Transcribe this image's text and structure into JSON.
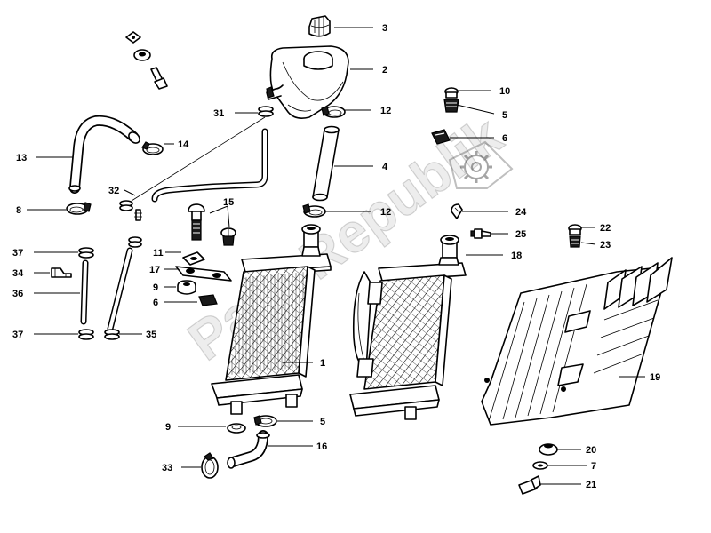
{
  "watermark": {
    "text": "PartsRepublik"
  },
  "callouts": [
    {
      "id": "c1",
      "label": "1"
    },
    {
      "id": "c2",
      "label": "2"
    },
    {
      "id": "c3",
      "label": "3"
    },
    {
      "id": "c4",
      "label": "4"
    },
    {
      "id": "c5a",
      "label": "5"
    },
    {
      "id": "c5b",
      "label": "5"
    },
    {
      "id": "c6a",
      "label": "6"
    },
    {
      "id": "c6b",
      "label": "6"
    },
    {
      "id": "c7",
      "label": "7"
    },
    {
      "id": "c8",
      "label": "8"
    },
    {
      "id": "c9a",
      "label": "9"
    },
    {
      "id": "c9b",
      "label": "9"
    },
    {
      "id": "c10",
      "label": "10"
    },
    {
      "id": "c11",
      "label": "11"
    },
    {
      "id": "c12a",
      "label": "12"
    },
    {
      "id": "c12b",
      "label": "12"
    },
    {
      "id": "c13",
      "label": "13"
    },
    {
      "id": "c14",
      "label": "14"
    },
    {
      "id": "c15",
      "label": "15"
    },
    {
      "id": "c16",
      "label": "16"
    },
    {
      "id": "c17",
      "label": "17"
    },
    {
      "id": "c18",
      "label": "18"
    },
    {
      "id": "c19",
      "label": "19"
    },
    {
      "id": "c20",
      "label": "20"
    },
    {
      "id": "c21",
      "label": "21"
    },
    {
      "id": "c22",
      "label": "22"
    },
    {
      "id": "c23",
      "label": "23"
    },
    {
      "id": "c24",
      "label": "24"
    },
    {
      "id": "c25",
      "label": "25"
    },
    {
      "id": "c31",
      "label": "31"
    },
    {
      "id": "c32",
      "label": "32"
    },
    {
      "id": "c33",
      "label": "33"
    },
    {
      "id": "c34",
      "label": "34"
    },
    {
      "id": "c35",
      "label": "35"
    },
    {
      "id": "c36",
      "label": "36"
    },
    {
      "id": "c37a",
      "label": "37"
    },
    {
      "id": "c37b",
      "label": "37"
    }
  ]
}
